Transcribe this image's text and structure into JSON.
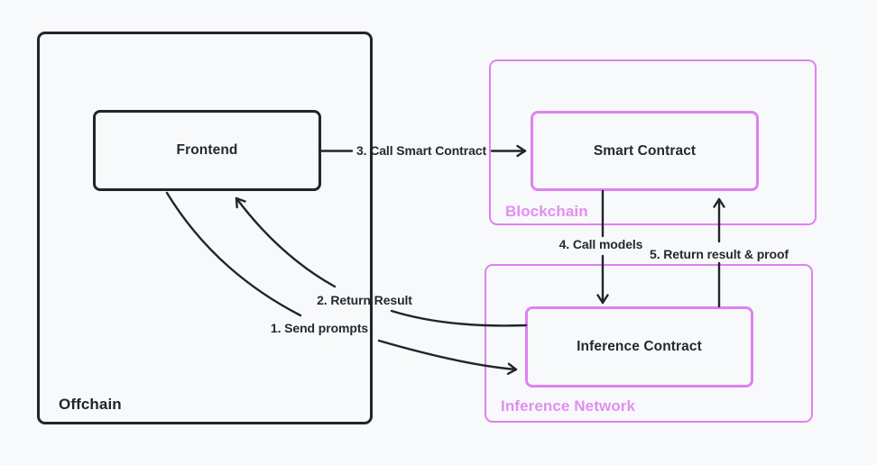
{
  "diagram": {
    "groups": {
      "offchain": {
        "label": "Offchain"
      },
      "blockchain": {
        "label": "Blockchain"
      },
      "inference_network": {
        "label": "Inference Network"
      }
    },
    "nodes": {
      "frontend": {
        "label": "Frontend"
      },
      "smart_contract": {
        "label": "Smart Contract"
      },
      "inference_contract": {
        "label": "Inference Contract"
      }
    },
    "edges": {
      "send_prompts": {
        "label": "1. Send prompts"
      },
      "return_result": {
        "label": "2. Return Result"
      },
      "call_smart_contract": {
        "label": "3. Call Smart Contract"
      },
      "call_models": {
        "label": "4. Call models"
      },
      "return_result_proof": {
        "label": "5. Return result & proof"
      }
    },
    "colors": {
      "background": "#f8f9fa",
      "ink": "#212529",
      "pink_border": "#de82f1",
      "pink_label": "#e28ef2"
    }
  }
}
